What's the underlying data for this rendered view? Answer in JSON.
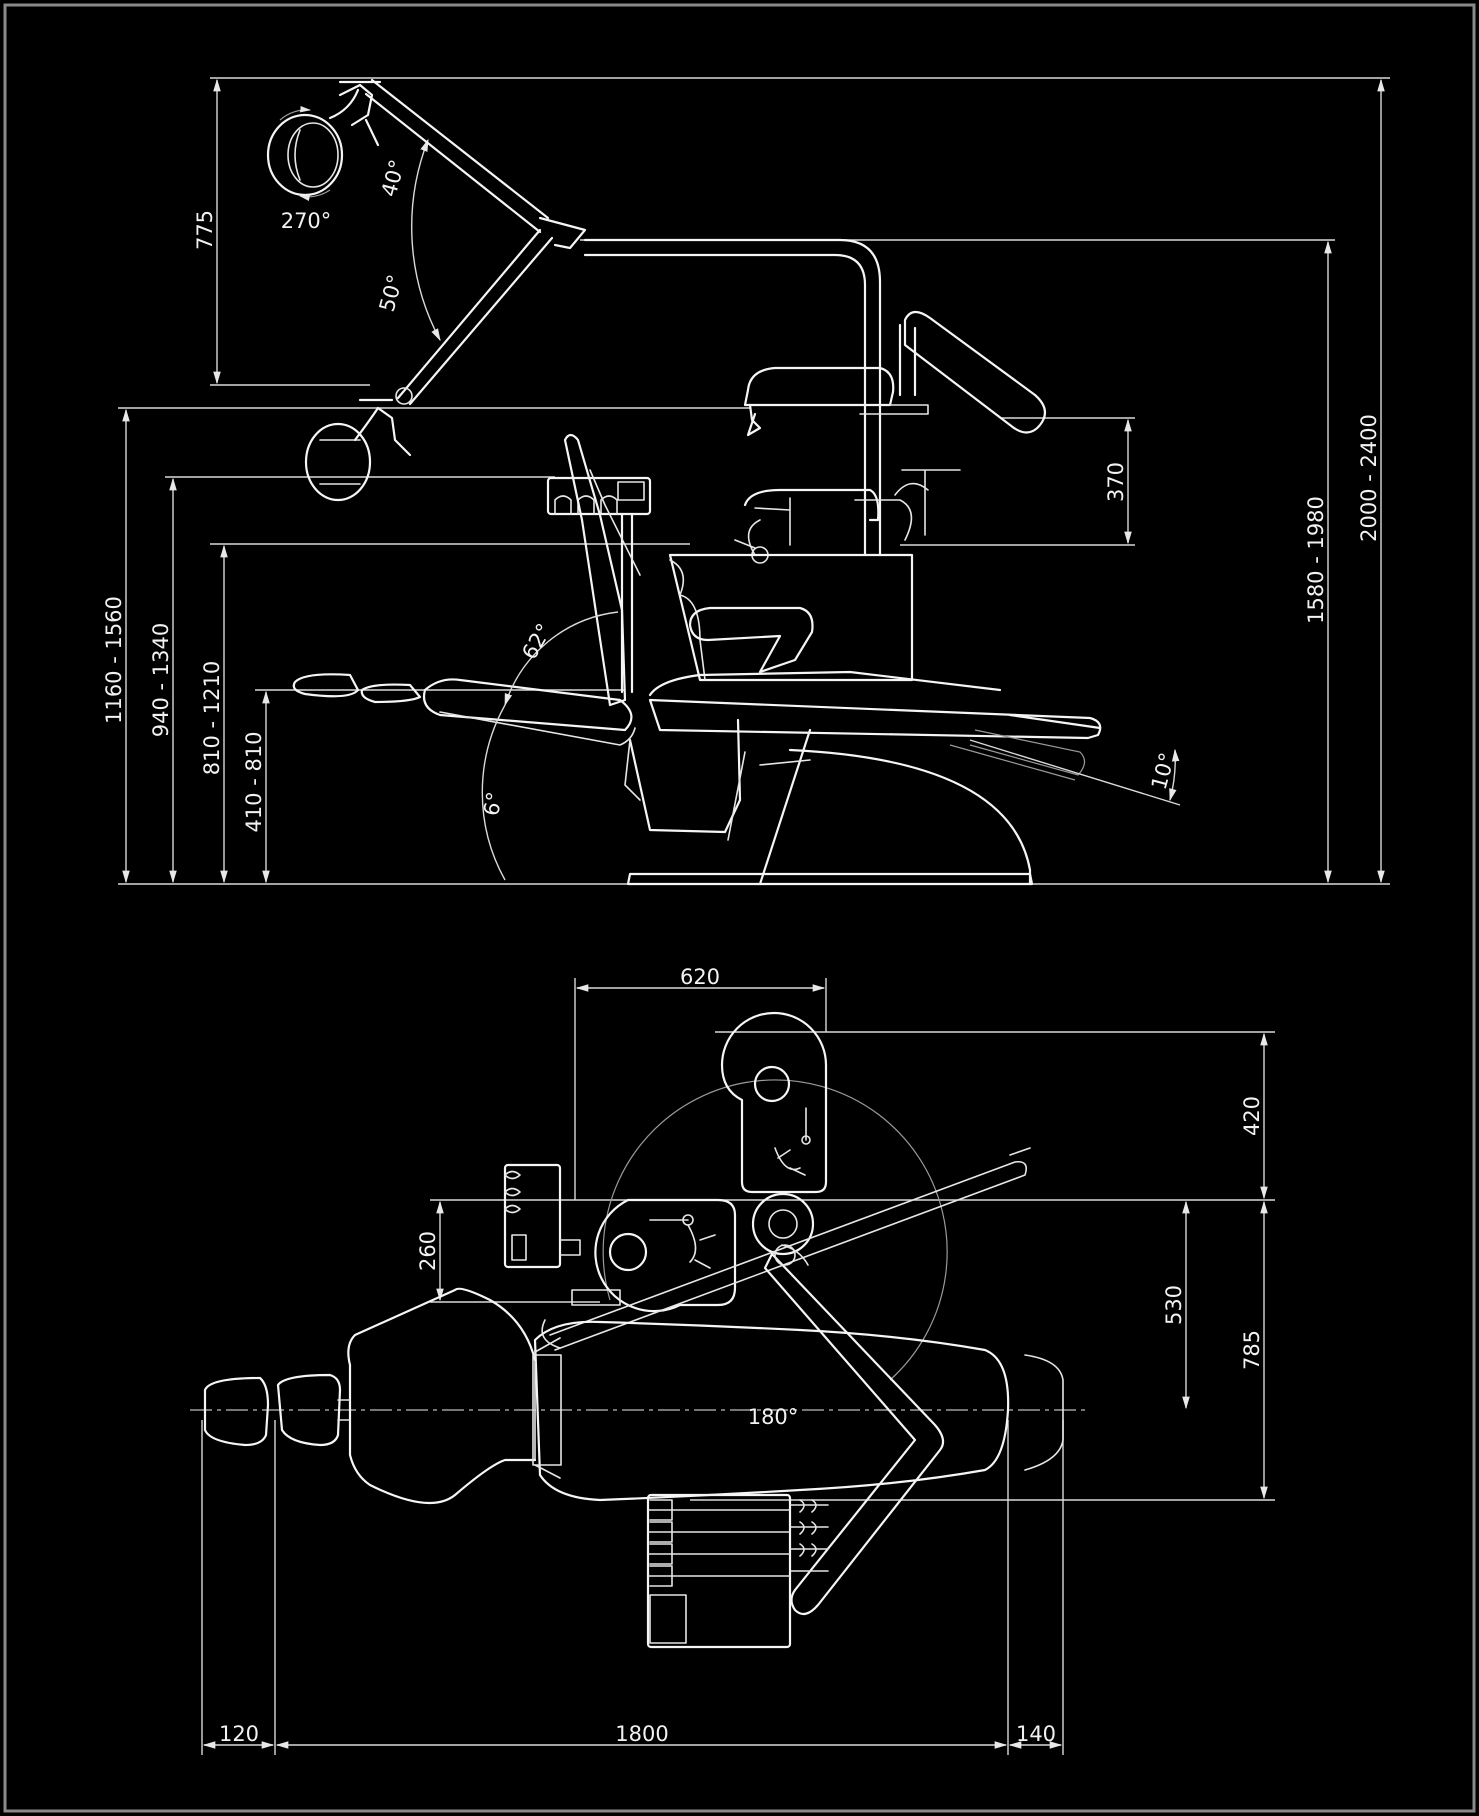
{
  "colors": {
    "background": "#000000",
    "frame": "#8a8a8a",
    "line": "#f5f5f5"
  },
  "side_view": {
    "dimensions": {
      "lamp_arm_height": "775",
      "lamp_rotation": "270°",
      "arm_up_angle": "40°",
      "arm_down_angle": "50°",
      "height_1160_1560": "1160 - 1560",
      "height_940_1340": "940 - 1340",
      "height_810_1210": "810 - 1210",
      "height_410_810": "410 - 810",
      "backrest_angle": "62°",
      "seat_tilt": "6°",
      "cuspidor_height": "370",
      "height_1580_1980": "1580 - 1980",
      "height_2000_2400": "2000 - 2400",
      "legrest_angle": "10°"
    }
  },
  "top_view": {
    "dimensions": {
      "unit_width": "620",
      "assistant_depth": "420",
      "tray_depth": "260",
      "arm_offset": "530",
      "overall_depth": "785",
      "swivel_angle": "180°",
      "headrest_extension": "120",
      "chair_length": "1800",
      "foot_clearance": "140"
    }
  }
}
